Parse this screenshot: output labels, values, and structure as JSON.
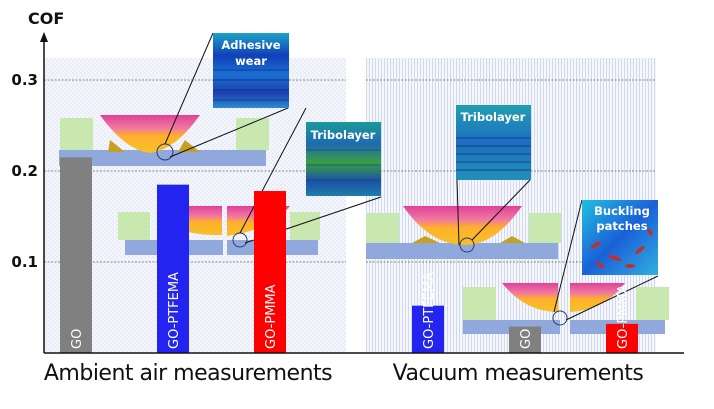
{
  "chart_data": {
    "type": "bar",
    "title": "",
    "ylabel": "COF",
    "xlabel": "",
    "ylim": [
      0,
      0.33
    ],
    "yticks": [
      0.1,
      0.2,
      0.3
    ],
    "ytick_labels": [
      "0.1",
      "0.2",
      "0.3"
    ],
    "grid": "horizontal dashed",
    "groups": [
      {
        "name": "Ambient air measurements",
        "bars": [
          {
            "label": "GO",
            "value": 0.215,
            "color": "#808080"
          },
          {
            "label": "GO-PTFEMA",
            "value": 0.185,
            "color": "#2424f0"
          },
          {
            "label": "GO-PMMA",
            "value": 0.178,
            "color": "#ff0000"
          }
        ]
      },
      {
        "name": "Vacuum measurements",
        "bars": [
          {
            "label": "GO-PTFEMA",
            "value": 0.052,
            "color": "#2424f0"
          },
          {
            "label": "GO",
            "value": 0.029,
            "color": "#808080"
          },
          {
            "label": "GO-PMMA",
            "value": 0.032,
            "color": "#ff0000"
          }
        ]
      }
    ],
    "annotations": [
      {
        "text_lines": [
          "Adhesive",
          "wear"
        ],
        "texture": "blue-green striped"
      },
      {
        "text_lines": [
          "Tribolayer"
        ],
        "texture": "green-blue striped"
      },
      {
        "text_lines": [
          "Tribolayer"
        ],
        "texture": "teal-blue striped"
      },
      {
        "text_lines": [
          "Buckling",
          "patches"
        ],
        "texture": "blue with red patches"
      }
    ]
  }
}
